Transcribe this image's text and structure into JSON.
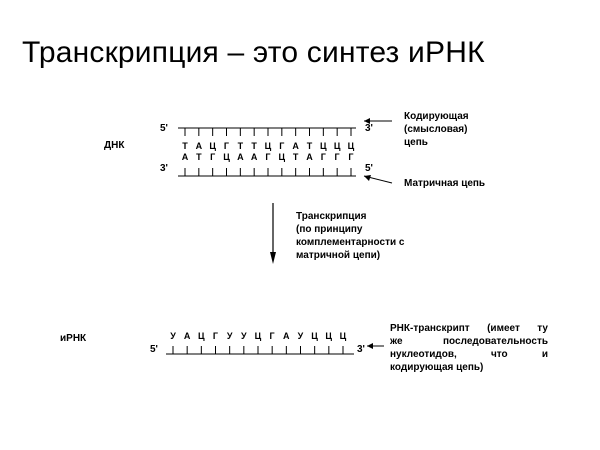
{
  "title": "Транскрипция – это синтез иРНК",
  "dna": {
    "label": "ДНК",
    "top_strand": {
      "end_left": "5'",
      "end_right": "3'",
      "bases": [
        "Т",
        "А",
        "Ц",
        "Г",
        "Т",
        "Т",
        "Ц",
        "Г",
        "А",
        "Т",
        "Ц",
        "Ц",
        "Ц"
      ],
      "label_lines": [
        "Кодирующая",
        "(смысловая)",
        "цепь"
      ]
    },
    "bottom_strand": {
      "end_left": "3'",
      "end_right": "5'",
      "bases": [
        "А",
        "Т",
        "Г",
        "Ц",
        "А",
        "А",
        "Г",
        "Ц",
        "Т",
        "А",
        "Г",
        "Г",
        "Г"
      ],
      "label": "Матричная цепь"
    }
  },
  "transcription": {
    "label_lines": [
      "Транскрипция",
      "(по принципу",
      "комплементарности с",
      "матричной цепи)"
    ]
  },
  "mrna": {
    "label": "иРНК",
    "end_left": "5'",
    "end_right": "3'",
    "bases": [
      "У",
      "А",
      "Ц",
      "Г",
      "У",
      "У",
      "Ц",
      "Г",
      "А",
      "У",
      "Ц",
      "Ц",
      "Ц"
    ],
    "label_lines": [
      "РНК-транскрипт (имеет ту",
      "же последовательность",
      "нуклеотидов, что и",
      "кодирующая цепь)"
    ]
  }
}
